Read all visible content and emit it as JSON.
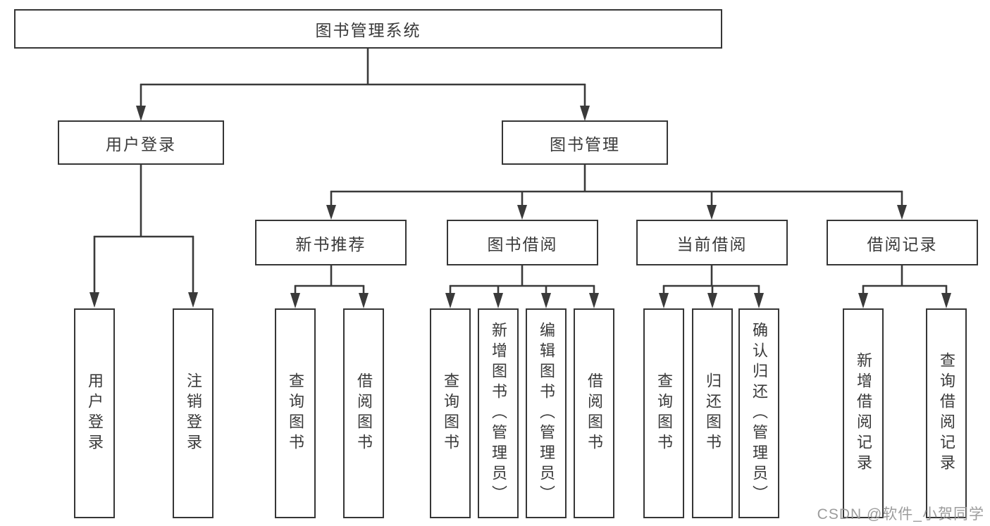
{
  "diagram": {
    "type": "hierarchy-tree",
    "root": {
      "label": "图书管理系统"
    },
    "branches": {
      "user_login": {
        "label": "用户登录",
        "children": {
          "login": {
            "label": "用户登录"
          },
          "logout": {
            "label": "注销登录"
          }
        }
      },
      "book_management": {
        "label": "图书管理",
        "children": {
          "new_book_recommend": {
            "label": "新书推荐",
            "children": {
              "query_book": {
                "label": "查询图书"
              },
              "borrow_book": {
                "label": "借阅图书"
              }
            }
          },
          "book_borrow": {
            "label": "图书借阅",
            "children": {
              "query_book": {
                "label": "查询图书"
              },
              "add_book": {
                "label": "新增图书（管理员）"
              },
              "edit_book": {
                "label": "编辑图书（管理员）"
              },
              "borrow_book": {
                "label": "借阅图书"
              }
            }
          },
          "current_borrow": {
            "label": "当前借阅",
            "children": {
              "query_book": {
                "label": "查询图书"
              },
              "return_book": {
                "label": "归还图书"
              },
              "confirm_return": {
                "label": "确认归还（管理员）"
              }
            }
          },
          "borrow_record": {
            "label": "借阅记录",
            "children": {
              "add_record": {
                "label": "新增借阅记录"
              },
              "query_record": {
                "label": "查询借阅记录"
              }
            }
          }
        }
      }
    },
    "colors": {
      "line": "#3a3a3a",
      "box_border": "#363636",
      "box_background": "#ffffff",
      "text": "#3a3a3a",
      "watermark": "#949494"
    }
  },
  "watermark": {
    "text": "CSDN @软件_小贺同学"
  }
}
